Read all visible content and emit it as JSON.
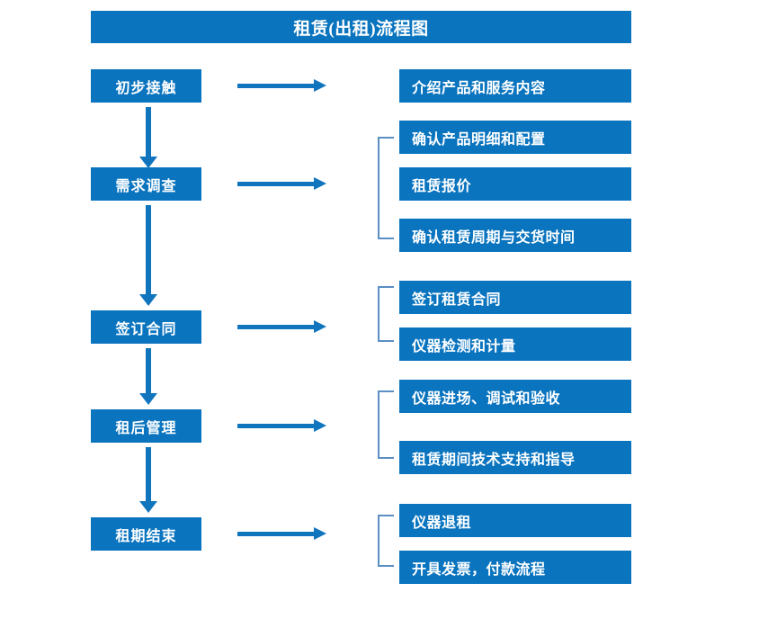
{
  "diagram": {
    "title": "租赁(出租)流程图",
    "theme": {
      "box_fill": "#0a74bf",
      "box_text": "#ffffff",
      "arrow_color": "#1175bd",
      "bracket_color": "#5b8fc4",
      "background": "#ffffff"
    },
    "stages": [
      {
        "label": "初步接触"
      },
      {
        "label": "需求调查"
      },
      {
        "label": "签订合同"
      },
      {
        "label": "租后管理"
      },
      {
        "label": "租期结束"
      }
    ],
    "details": [
      {
        "label": "介绍产品和服务内容"
      },
      {
        "label": "确认产品明细和配置"
      },
      {
        "label": "租赁报价"
      },
      {
        "label": "确认租赁周期与交货时间"
      },
      {
        "label": "签订租赁合同"
      },
      {
        "label": "仪器检测和计量"
      },
      {
        "label": "仪器进场、调试和验收"
      },
      {
        "label": "租赁期间技术支持和指导"
      },
      {
        "label": "仪器退租"
      },
      {
        "label": "开具发票，付款流程"
      }
    ],
    "connectors": {
      "horizontal_arrow_name": "stage-to-detail-arrow",
      "vertical_arrow_name": "stage-to-stage-arrow",
      "bracket_name": "detail-group-bracket"
    }
  }
}
